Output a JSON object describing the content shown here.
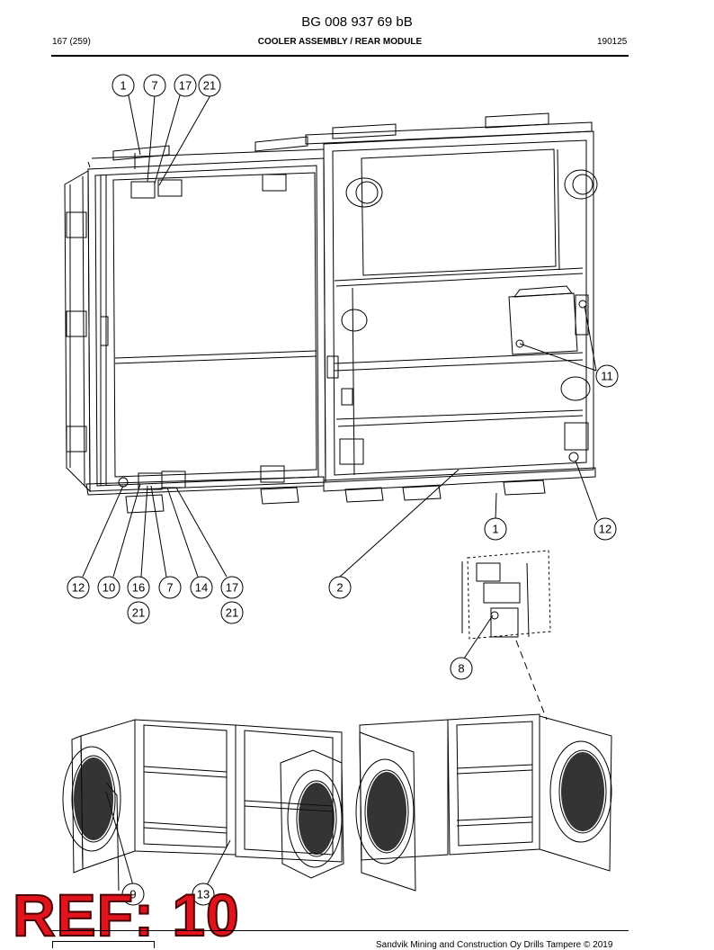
{
  "header": {
    "doc_id": "BG 008 937 69 bB",
    "page": "167 (259)",
    "title": "COOLER ASSEMBLY / REAR MODULE",
    "code": "190125"
  },
  "callouts": {
    "c1": "1",
    "c7": "7",
    "c17": "17",
    "c21": "21",
    "c11": "11",
    "c1b": "1",
    "c12r": "12",
    "c12": "12",
    "c10": "10",
    "c16": "16",
    "c7b": "7",
    "c14": "14",
    "c17b": "17",
    "c2": "2",
    "c21a": "21",
    "c21b": "21",
    "c8": "8",
    "c9": "9",
    "c13": "13"
  },
  "stamp": "REF: 10",
  "footer": {
    "text": "Sandvik Mining and Construction Oy Drills Tampere © 2019"
  },
  "colors": {
    "stamp": "#e1141d",
    "line": "#000000"
  }
}
